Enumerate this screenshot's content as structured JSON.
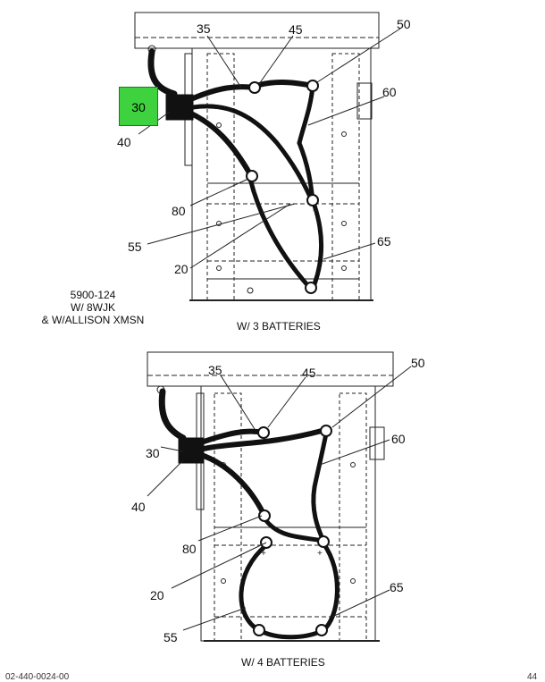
{
  "note": [
    "5900-124",
    "W/ 8WJK",
    "& W/ALLISON XMSN"
  ],
  "diagram_top": {
    "caption": "W/ 3 BATTERIES",
    "highlighted_callout": "30",
    "callouts": {
      "c35": "35",
      "c45": "45",
      "c50": "50",
      "c60": "60",
      "c40": "40",
      "c80": "80",
      "c55": "55",
      "c20": "20",
      "c65": "65"
    }
  },
  "diagram_bottom": {
    "caption": "W/ 4 BATTERIES",
    "callouts": {
      "c35": "35",
      "c45": "45",
      "c50": "50",
      "c60": "60",
      "c30": "30",
      "c40": "40",
      "c80": "80",
      "c20": "20",
      "c65": "65",
      "c55": "55"
    }
  },
  "footer": {
    "doc_number": "02-440-0024-00",
    "page_fragment": "44"
  }
}
